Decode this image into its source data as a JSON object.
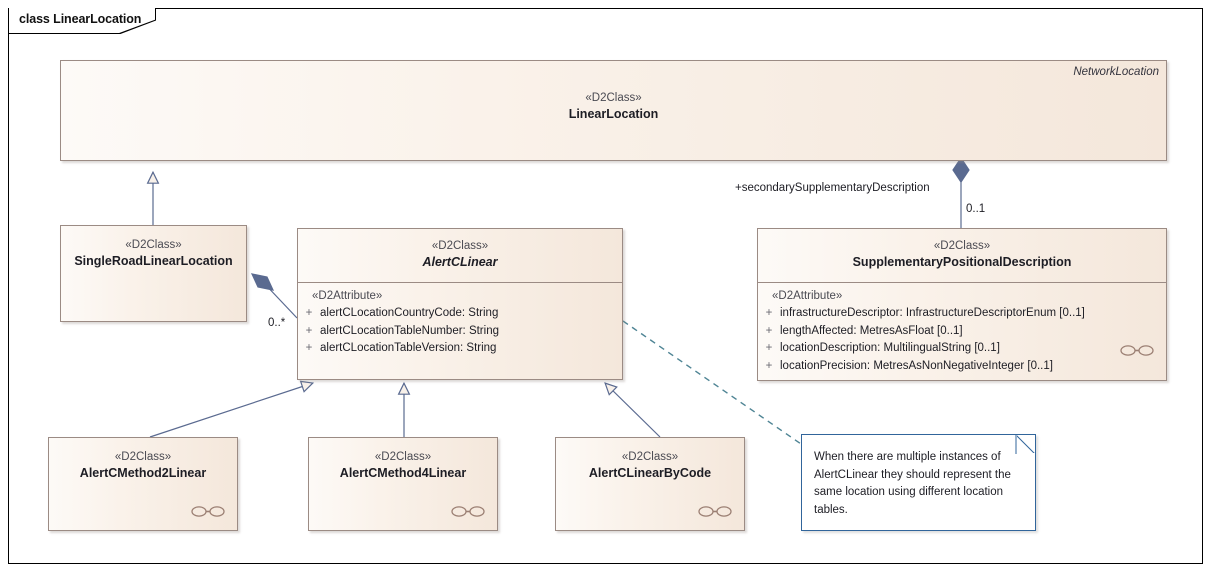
{
  "frame": {
    "label": "class LinearLocation"
  },
  "palette": {
    "class_border": "#9b8b84",
    "class_fill_left": "#fdfaf7",
    "class_fill_right": "#f4e7db",
    "connector": "#5a6a90",
    "note_border": "#31659b",
    "note_fill": "#ffffff",
    "dashed_connector": "#4e8494",
    "text": "#1d1d24",
    "stereotype_text": "#4a4a52"
  },
  "classes": [
    {
      "id": "linear-location",
      "stereotype": "«D2Class»",
      "name": "LinearLocation",
      "abstract": false,
      "corner_tag": "NetworkLocation",
      "has_link_icon": false,
      "attributes_stereotype": "",
      "attributes": []
    },
    {
      "id": "single-road-linear-location",
      "stereotype": "«D2Class»",
      "name": "SingleRoadLinearLocation",
      "abstract": false,
      "corner_tag": "",
      "has_link_icon": false,
      "attributes_stereotype": "",
      "attributes": []
    },
    {
      "id": "alertclinear",
      "stereotype": "«D2Class»",
      "name": "AlertCLinear",
      "abstract": true,
      "corner_tag": "",
      "has_link_icon": false,
      "attributes_stereotype": "«D2Attribute»",
      "attributes": [
        {
          "visibility": "+",
          "text": "alertCLocationCountryCode: String"
        },
        {
          "visibility": "+",
          "text": "alertCLocationTableNumber: String"
        },
        {
          "visibility": "+",
          "text": "alertCLocationTableVersion: String"
        }
      ]
    },
    {
      "id": "supplementary-positional-description",
      "stereotype": "«D2Class»",
      "name": "SupplementaryPositionalDescription",
      "abstract": false,
      "corner_tag": "",
      "has_link_icon": true,
      "attributes_stereotype": "«D2Attribute»",
      "attributes": [
        {
          "visibility": "+",
          "text": "infrastructureDescriptor: InfrastructureDescriptorEnum [0..1]"
        },
        {
          "visibility": "+",
          "text": "lengthAffected: MetresAsFloat [0..1]"
        },
        {
          "visibility": "+",
          "text": "locationDescription: MultilingualString [0..1]"
        },
        {
          "visibility": "+",
          "text": "locationPrecision: MetresAsNonNegativeInteger [0..1]"
        }
      ]
    },
    {
      "id": "alertcmethod2linear",
      "stereotype": "«D2Class»",
      "name": "AlertCMethod2Linear",
      "abstract": false,
      "corner_tag": "",
      "has_link_icon": true,
      "attributes_stereotype": "",
      "attributes": []
    },
    {
      "id": "alertcmethod4linear",
      "stereotype": "«D2Class»",
      "name": "AlertCMethod4Linear",
      "abstract": false,
      "corner_tag": "",
      "has_link_icon": true,
      "attributes_stereotype": "",
      "attributes": []
    },
    {
      "id": "alertclinearbycode",
      "stereotype": "«D2Class»",
      "name": "AlertCLinearByCode",
      "abstract": false,
      "corner_tag": "",
      "has_link_icon": true,
      "attributes_stereotype": "",
      "attributes": []
    }
  ],
  "edges": {
    "aggregation_role": "+secondarySupplementaryDescription",
    "aggregation_multiplicity": "0..1",
    "composition_multiplicity": "0..*"
  },
  "note": {
    "text": "When there are multiple instances of AlertCLinear they should represent the same location using different location tables."
  }
}
